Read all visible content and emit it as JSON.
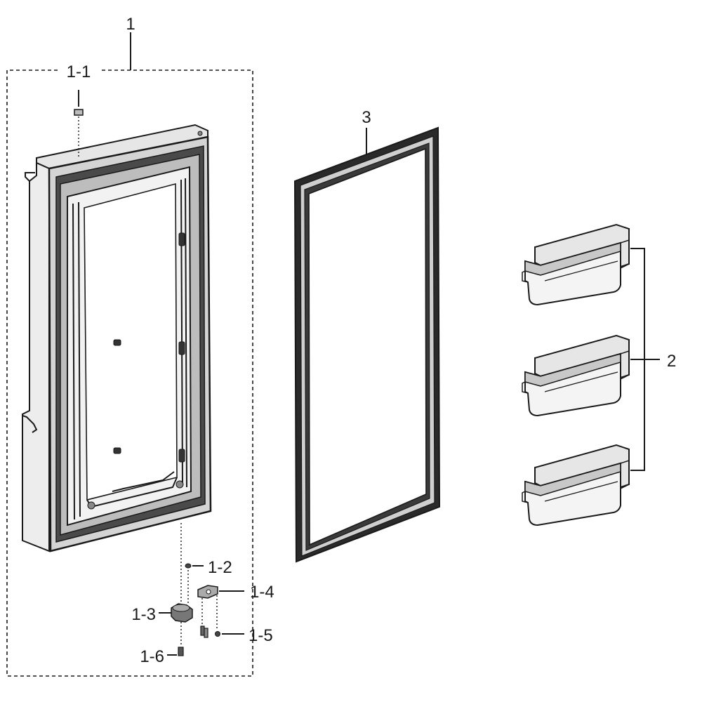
{
  "callouts": {
    "door_assembly": "1",
    "cap": "1-1",
    "screw_top": "1-2",
    "hinge": "1-3",
    "bracket": "1-4",
    "screw_bracket": "1-5",
    "screw_bottom": "1-6",
    "guards": "2",
    "gasket": "3"
  },
  "colors": {
    "ink": "#1a1a1a",
    "shade": "#c8c8c8",
    "light": "#e6e6e6",
    "background": "#ffffff"
  }
}
